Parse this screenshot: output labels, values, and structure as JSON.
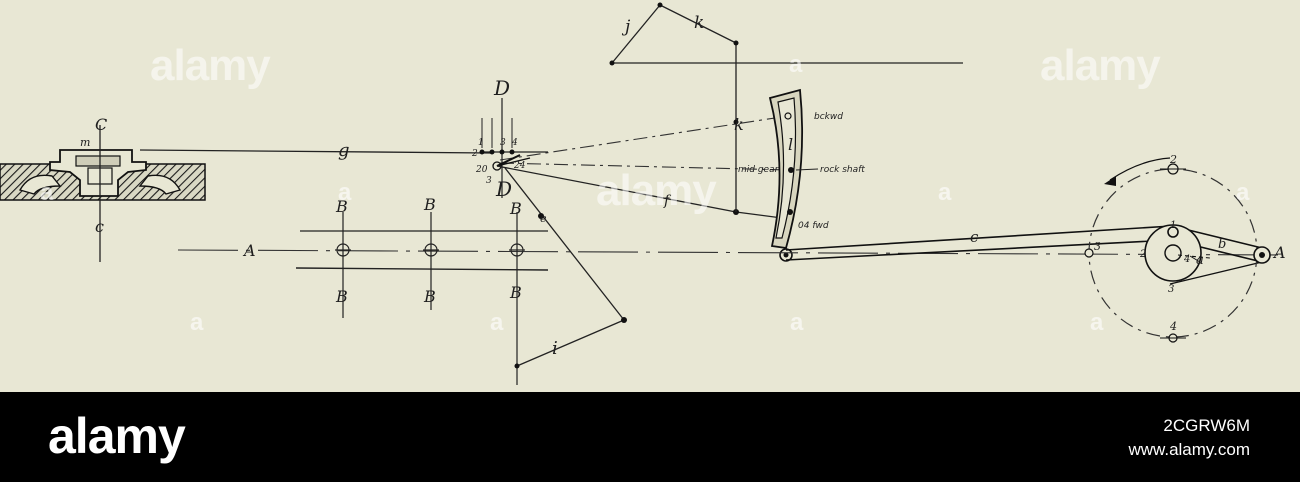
{
  "diagram": {
    "labels": {
      "c_top": "C",
      "m": "m",
      "c_bottom": "c",
      "g": "g",
      "d_top": "D",
      "d_bottom": "D",
      "a_left": "A",
      "b_top_1": "B",
      "b_top_2": "B",
      "b_top_3": "B",
      "b_bottom_1": "B",
      "b_bottom_2": "B",
      "b_bottom_3": "B",
      "j": "j",
      "k_top": "k",
      "k_mid": "k",
      "l": "l",
      "f": "f",
      "i": "i",
      "e": "e",
      "c_rod": "c",
      "b_eccentric": "b",
      "a_eccentric": "a",
      "a_right": "A",
      "n_1": "1",
      "n_2": "2",
      "n_3": "3",
      "n_4": "4",
      "n_30": "3",
      "n_20": "20",
      "n_24": "24",
      "crank_1": "1",
      "crank_2": "2",
      "crank_3": "3",
      "crank_4": "4",
      "circle_2": "2",
      "circle_3": "3",
      "circle_4": "4"
    },
    "notes": {
      "bckwd": "bckwd",
      "mid_gear": "mid gear",
      "rock_shaft": "rock shaft",
      "fwd": "04 fwd"
    }
  },
  "watermark": {
    "text": "alamy",
    "small": "a"
  },
  "footer": {
    "logo": "alamy",
    "image_id": "2CGRW6M",
    "url": "www.alamy.com"
  }
}
